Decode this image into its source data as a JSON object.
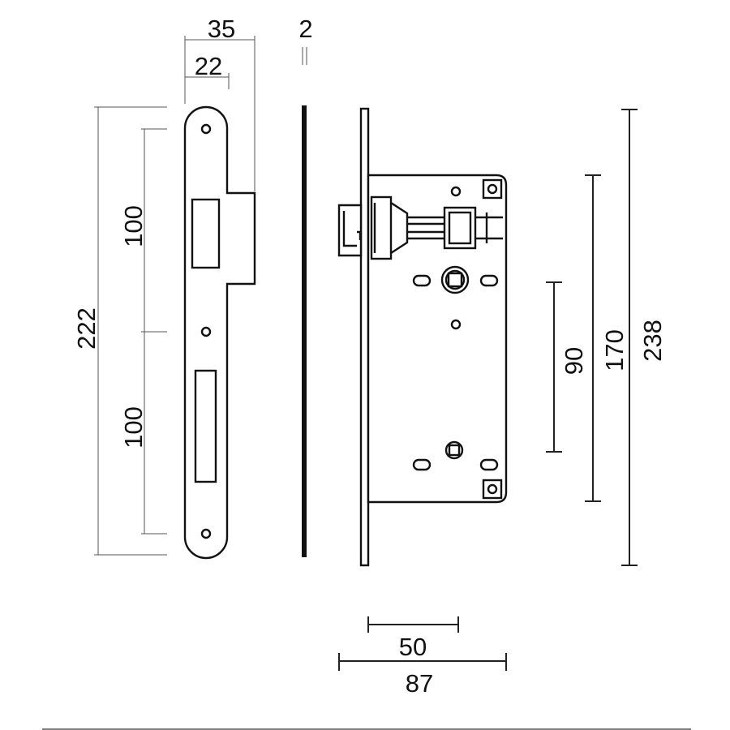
{
  "dimensions": {
    "faceplate_width": "35",
    "forend_offset": "22",
    "faceplate_thickness": "2",
    "faceplate_length": "222",
    "hole_spacing_upper": "100",
    "hole_spacing_lower": "100",
    "spindle_to_keyhole": "90",
    "case_height": "170",
    "faceplate_height": "238",
    "backset": "50",
    "case_depth": "87"
  },
  "colors": {
    "line": "#111111",
    "dimension": "#222222",
    "extension": "#555555",
    "background": "#ffffff"
  }
}
